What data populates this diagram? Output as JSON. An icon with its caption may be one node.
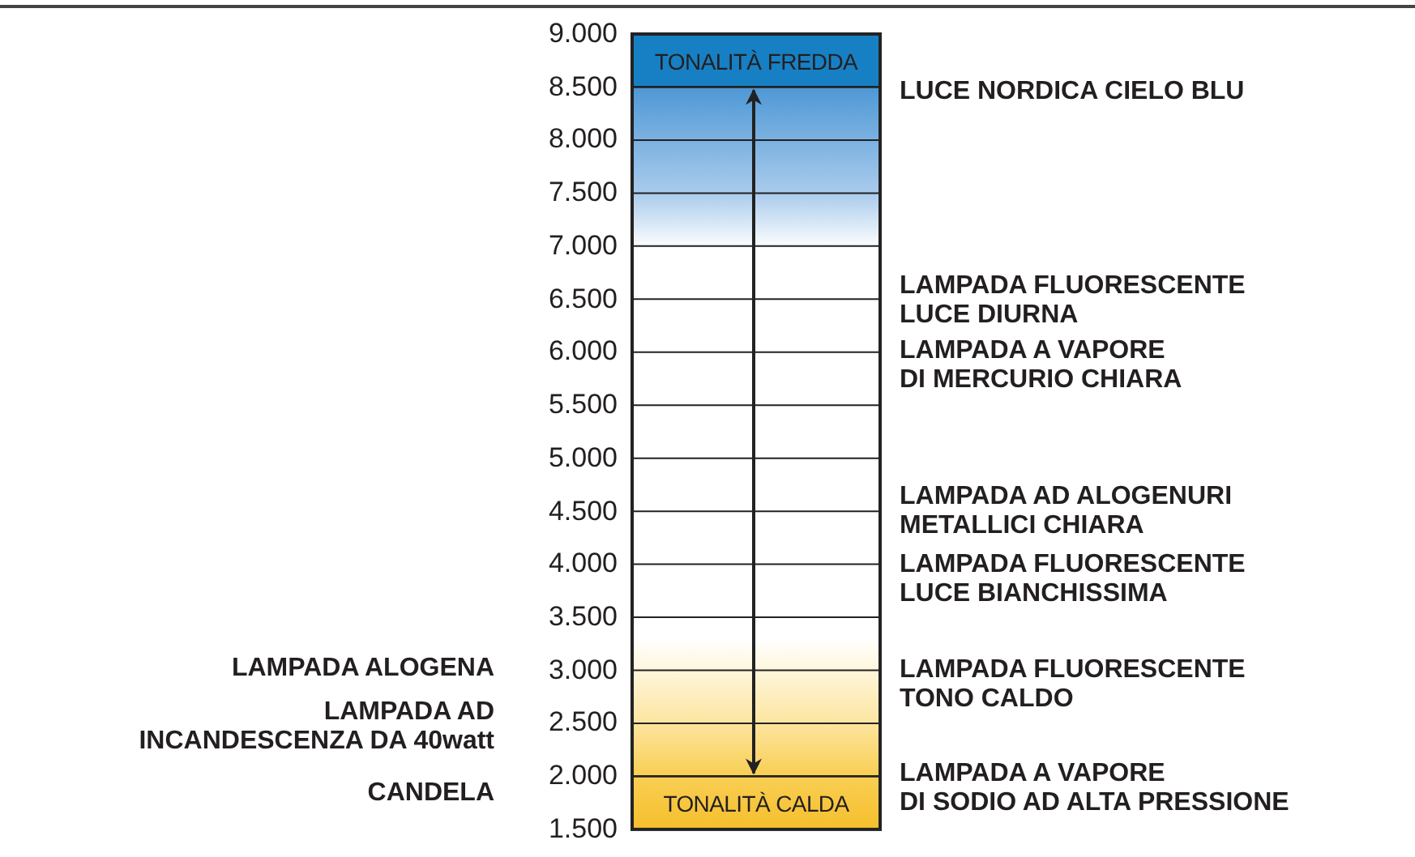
{
  "diagram": {
    "labels": [
      "9.000",
      "TONALITÀ FREDDA",
      "8.500",
      "LUCE NORDICA CIELO BLU",
      "8.000",
      "7.500",
      "7.000",
      "LAMPADA FLUORESCENTE LUCE DIURNA",
      "6.500",
      "6.000",
      "LAMPADA A VAPORE DI MERCURIO CHIARA",
      "5.500",
      "5.000",
      "LAMPADA AD ALOGENURI METALLICI CHIARA",
      "4.500",
      "4.000",
      "LAMPADA FLUORESCENTE LUCE BIANCHISSIMA",
      "3.500",
      "LAMPADA ALOGENA",
      "3.000",
      "LAMPADA FLUORESCENTE TONO CALDO",
      "LAMPADA AD INCANDESCENZA DA 40watt",
      "2.500",
      "2.000",
      "LAMPADA A VAPORE DI SODIO AD ALTA PRESSIONE",
      "CANDELA",
      "TONALITÀ CALDA",
      "1.500"
    ]
  }
}
